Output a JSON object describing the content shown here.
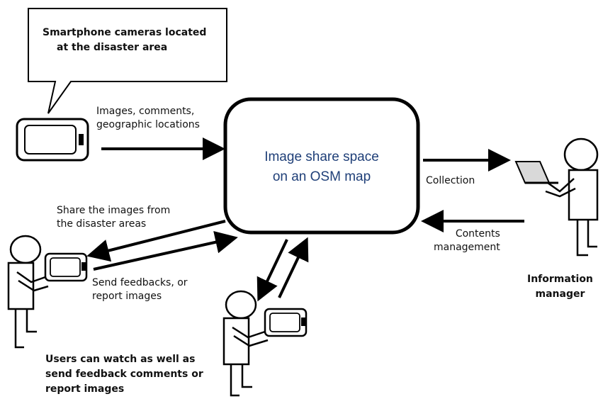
{
  "speech_bubble": {
    "line1": "Smartphone cameras located",
    "line2": "at the disaster area"
  },
  "center_box": {
    "line1": "Image share space",
    "line2": "on an OSM map"
  },
  "labels": {
    "upload_line1": "Images, comments,",
    "upload_line2": "geographic locations",
    "collection": "Collection",
    "contents_line1": "Contents",
    "contents_line2": "management",
    "share_line1": "Share the images from",
    "share_line2": "the disaster areas",
    "feedback_line1": "Send feedbacks, or",
    "feedback_line2": "report images"
  },
  "captions": {
    "manager_line1": "Information",
    "manager_line2": "manager",
    "users_line1": "Users can watch as well as",
    "users_line2": "send feedback comments or",
    "users_line3": "report images"
  },
  "colors": {
    "center_text": "#1f3f78",
    "stroke": "#000000",
    "laptop_fill": "#d9d9d9"
  }
}
